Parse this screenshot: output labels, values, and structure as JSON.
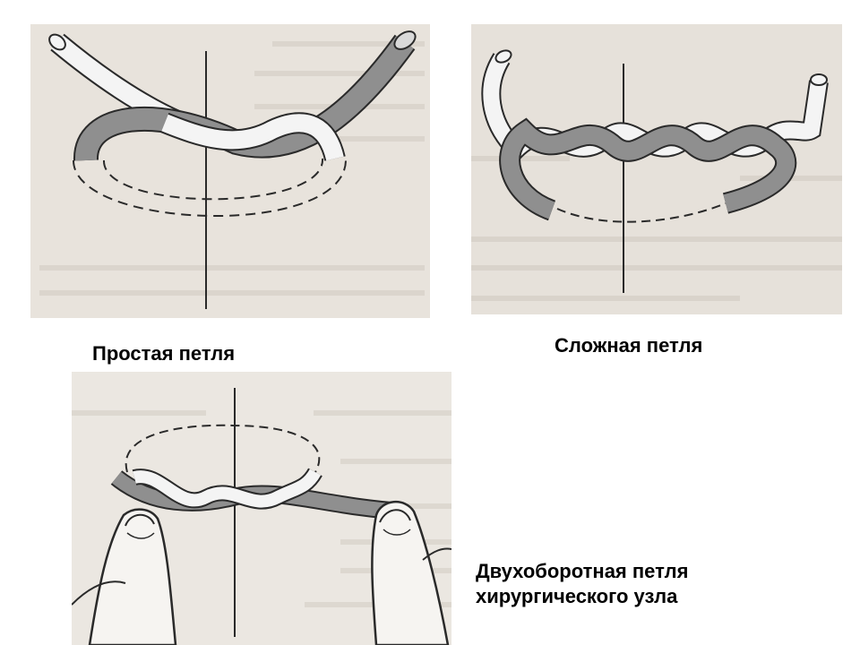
{
  "captions": {
    "simple": "Простая петля",
    "complex": "Сложная петля",
    "double_line1": "Двухоборотная петля",
    "double_line2": "хирургического узла"
  },
  "colors": {
    "background": "#ffffff",
    "paper": "#e8e3dc",
    "dark_thread": "#8f8f8f",
    "light_thread": "#f4f4f4",
    "outline": "#2a2a2a"
  }
}
